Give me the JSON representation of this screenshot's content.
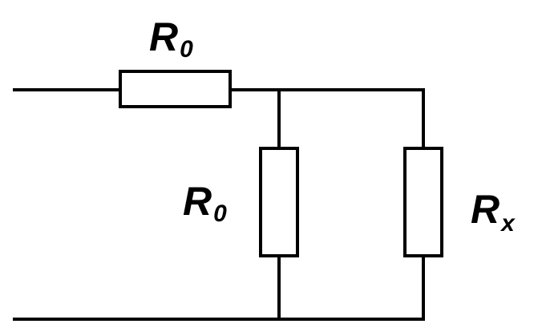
{
  "diagram": {
    "resistor_top": {
      "symbol": "R",
      "subscript": "0"
    },
    "resistor_middle": {
      "symbol": "R",
      "subscript": "0"
    },
    "resistor_right": {
      "symbol": "R",
      "subscript": "x"
    }
  }
}
